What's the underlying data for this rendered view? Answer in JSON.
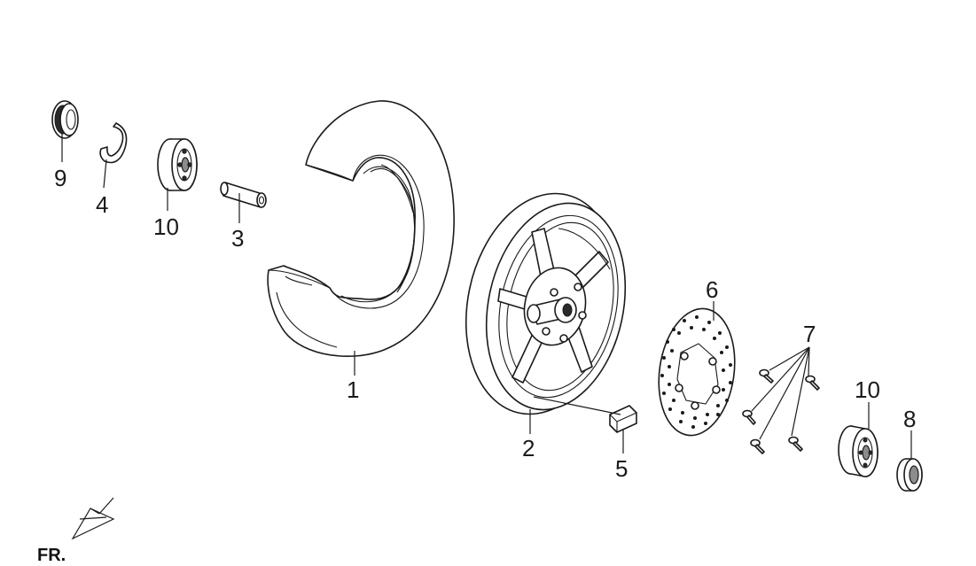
{
  "diagram": {
    "callouts": [
      "1",
      "2",
      "3",
      "4",
      "5",
      "6",
      "7",
      "8",
      "9",
      "10",
      "10"
    ],
    "direction_label": "FR."
  }
}
